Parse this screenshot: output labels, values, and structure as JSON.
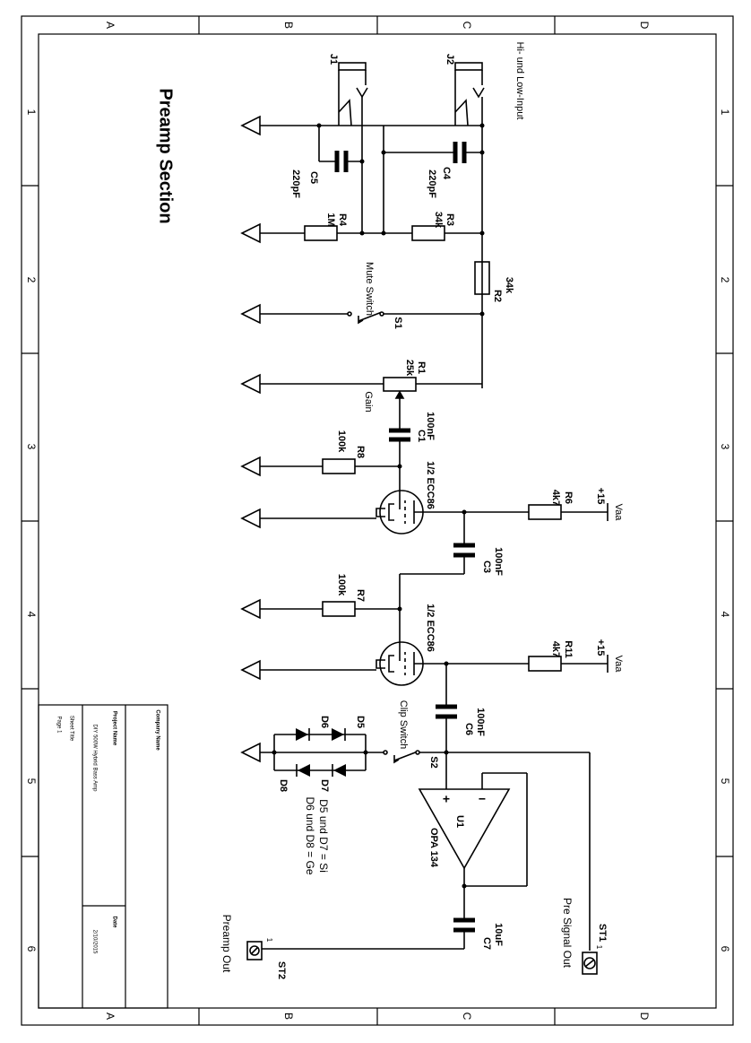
{
  "sheet": {
    "title": "Preamp Section",
    "col_labels": [
      "A",
      "B",
      "C",
      "D"
    ],
    "row_labels": [
      "1",
      "2",
      "3",
      "4",
      "5",
      "6"
    ]
  },
  "title_block": {
    "company_label": "Company Name",
    "project_label": "Project Name",
    "project_name": "DIY 500W Hybrid Bass Amp",
    "sheet_title_label": "Sheet Title",
    "page_label": "Page 1",
    "date_label": "Date",
    "date_value": "2/10/2015"
  },
  "components": {
    "J1": {
      "ref": "J1"
    },
    "J2": {
      "ref": "J2",
      "note": "Hi- und Low-Input"
    },
    "C5": {
      "ref": "C5",
      "value": "220pF"
    },
    "C4": {
      "ref": "C4",
      "value": "220pF"
    },
    "R4": {
      "ref": "R4",
      "value": "1M"
    },
    "R3": {
      "ref": "R3",
      "value": "34k"
    },
    "R2": {
      "ref": "R2",
      "value": "34k"
    },
    "S1": {
      "ref": "S1",
      "note": "Mute Switch"
    },
    "R1": {
      "ref": "R1",
      "value": "25k",
      "note": "Gain"
    },
    "C1": {
      "ref": "C1",
      "value": "100nF"
    },
    "R8": {
      "ref": "R8",
      "value": "100k"
    },
    "V1": {
      "value": "1/2 ECC86"
    },
    "R6": {
      "ref": "R6",
      "value": "4k7"
    },
    "C3": {
      "ref": "C3",
      "value": "100nF"
    },
    "R7": {
      "ref": "R7",
      "value": "100k"
    },
    "V2": {
      "value": "1/2 ECC86"
    },
    "R11": {
      "ref": "R11",
      "value": "4k7"
    },
    "C6": {
      "ref": "C6",
      "value": "100nF"
    },
    "S2": {
      "ref": "S2",
      "note": "Clip Switch"
    },
    "D5": {
      "ref": "D5"
    },
    "D6": {
      "ref": "D6"
    },
    "D7": {
      "ref": "D7"
    },
    "D8": {
      "ref": "D8"
    },
    "diode_note_1": "D5 und D7 = Si",
    "diode_note_2": "D6 und D8 = Ge",
    "U1": {
      "ref": "U1",
      "value": "OPA 134"
    },
    "C7": {
      "ref": "C7",
      "value": "10uF"
    },
    "ST1": {
      "ref": "ST1",
      "pin": "1",
      "note": "Pre Signal Out"
    },
    "ST2": {
      "ref": "ST2",
      "pin": "1",
      "note": "Preamp Out"
    }
  },
  "supply": {
    "rail": "Vaa",
    "voltage": "+15"
  },
  "opamp_pins": {
    "plus": "+",
    "minus": "−"
  }
}
